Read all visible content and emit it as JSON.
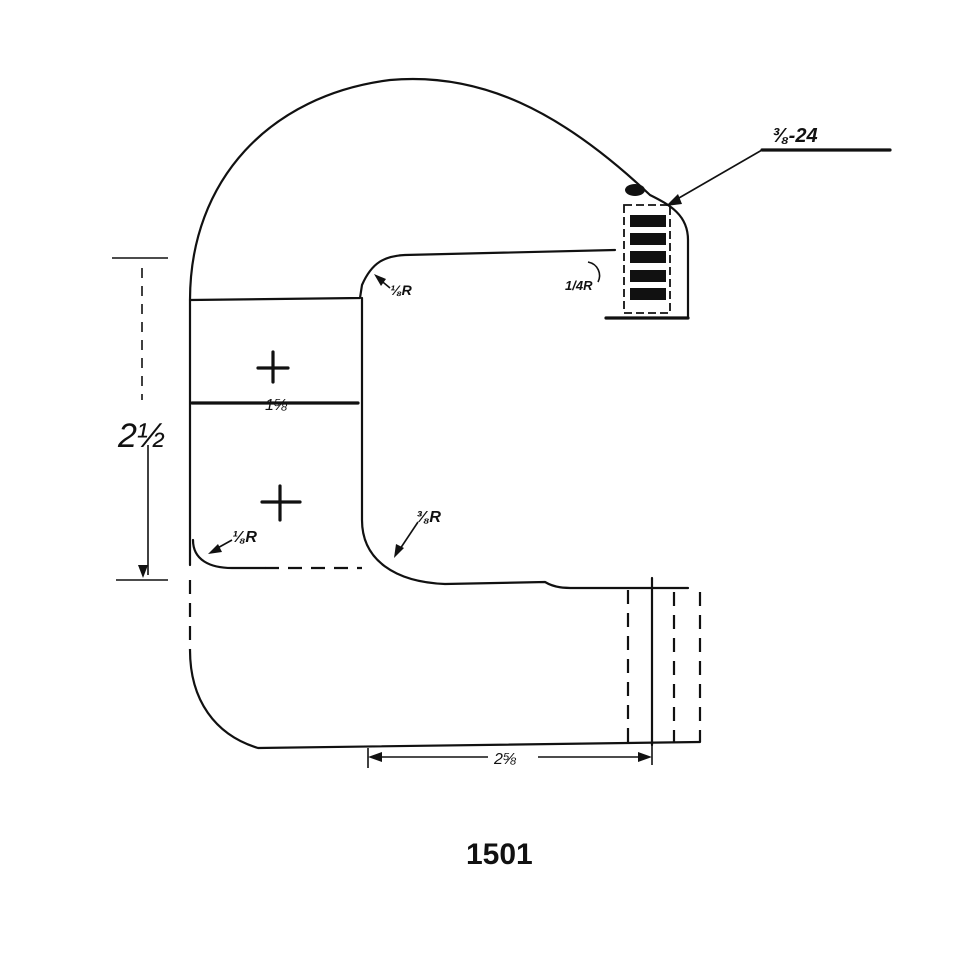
{
  "figure": {
    "caption": "1501"
  },
  "dimensions": {
    "height_left": "2½",
    "inner_width": "1⅝",
    "bottom_length": "2⅝",
    "thread_callout": "⅜-24",
    "radius_inner_top": "⅛R",
    "radius_jaw_tip": "1/4R",
    "radius_lower_corner": "⅛R",
    "radius_throat": "⅜R"
  }
}
